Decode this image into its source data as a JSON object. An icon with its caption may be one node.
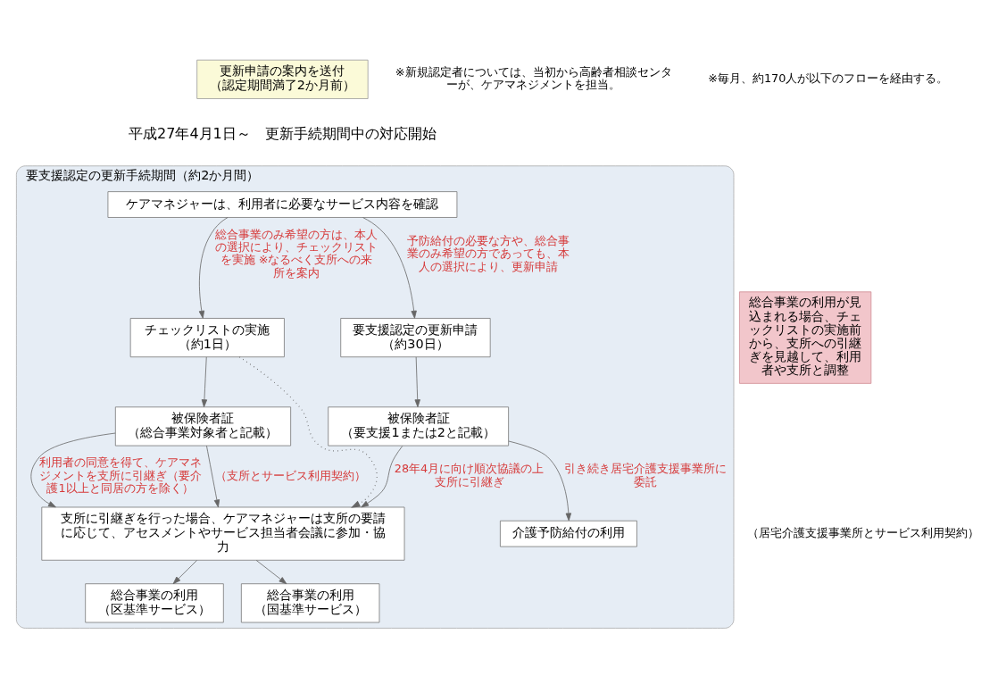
{
  "diagram": {
    "nodes": [
      {
        "text": [
          "更新申請の案内を送付",
          "（認定期間満了2か月前）"
        ]
      },
      {
        "text": [
          "要支援認定の更新手続期間（約2か月間）"
        ]
      },
      {
        "text": [
          "ケアマネジャーは、利用者に必要なサービス内容を確認"
        ],
        "in": 1
      },
      {
        "text": [
          "チェックリストの実施",
          "（約1日）"
        ],
        "in": 1
      },
      {
        "text": [
          "要支援認定の更新申請",
          "（約30日）"
        ],
        "in": 1
      },
      {
        "text": [
          "被保険者証",
          "（総合事業対象者と記載）"
        ],
        "in": 1
      },
      {
        "text": [
          "被保険者証",
          "（要支援1または2と記載）"
        ],
        "in": 1
      },
      {
        "text": [
          "支所に引継ぎを行った場合、ケアマネジャーは支所の要請に応じて、アセスメントやサービス担当者会議に参加・協力"
        ],
        "in": 1
      },
      {
        "text": [
          "総合事業の利用",
          "（区基準サービス）"
        ],
        "in": 1
      },
      {
        "text": [
          "総合事業の利用",
          "（国基準サービス）"
        ],
        "in": 1
      },
      {
        "text": [
          "介護予防給付の利用"
        ],
        "in": 1
      },
      {
        "text": [
          "総合事業の利用が見込まれる場合、チェックリストの実施前から、支所への引継ぎを見越して、利用者や支所と調整"
        ]
      }
    ],
    "edges": [
      {
        "from": 2,
        "to": 3,
        "arrow": "to",
        "label": "総合事業のみ希望の方は、本人の選択により、チェックリストを実施 ※なるべく支所への来所を案内"
      },
      {
        "from": 2,
        "to": 4,
        "arrow": "to",
        "label": "予防給付の必要な方や、総合事業のみ希望の方であっても、本人の選択により、更新申請"
      },
      {
        "from": 3,
        "to": 5,
        "arrow": "to"
      },
      {
        "from": 4,
        "to": 6,
        "arrow": "to"
      },
      {
        "from": 3,
        "to": 7,
        "arrow": "to",
        "style": "dashed"
      },
      {
        "from": 5,
        "to": 7,
        "arrow": "to",
        "label": "利用者の同意を得て、ケアマネジメントを支所に引継ぎ（要介護1以上と同居の方を除く）"
      },
      {
        "from": 5,
        "to": 7,
        "arrow": "to",
        "label": "（支所とサービス利用契約）"
      },
      {
        "from": 6,
        "to": 7,
        "arrow": "to",
        "label": "28年4月に向け順次協議の上支所に引継ぎ"
      },
      {
        "from": 6,
        "to": 10,
        "arrow": "to",
        "label": "引き続き居宅介護支援事業所に委託"
      },
      {
        "from": 7,
        "to": 8,
        "arrow": "to"
      },
      {
        "from": 7,
        "to": 9,
        "arrow": "to"
      }
    ],
    "labels": [
      "平成27年4月1日～　更新手続期間中の対応開始",
      "※新規認定者については、当初から高齢者相談センターが、ケアマネジメントを担当。",
      "※毎月、約170人が以下のフローを経由する。",
      "（居宅介護支援事業所とサービス利用契約）"
    ]
  }
}
